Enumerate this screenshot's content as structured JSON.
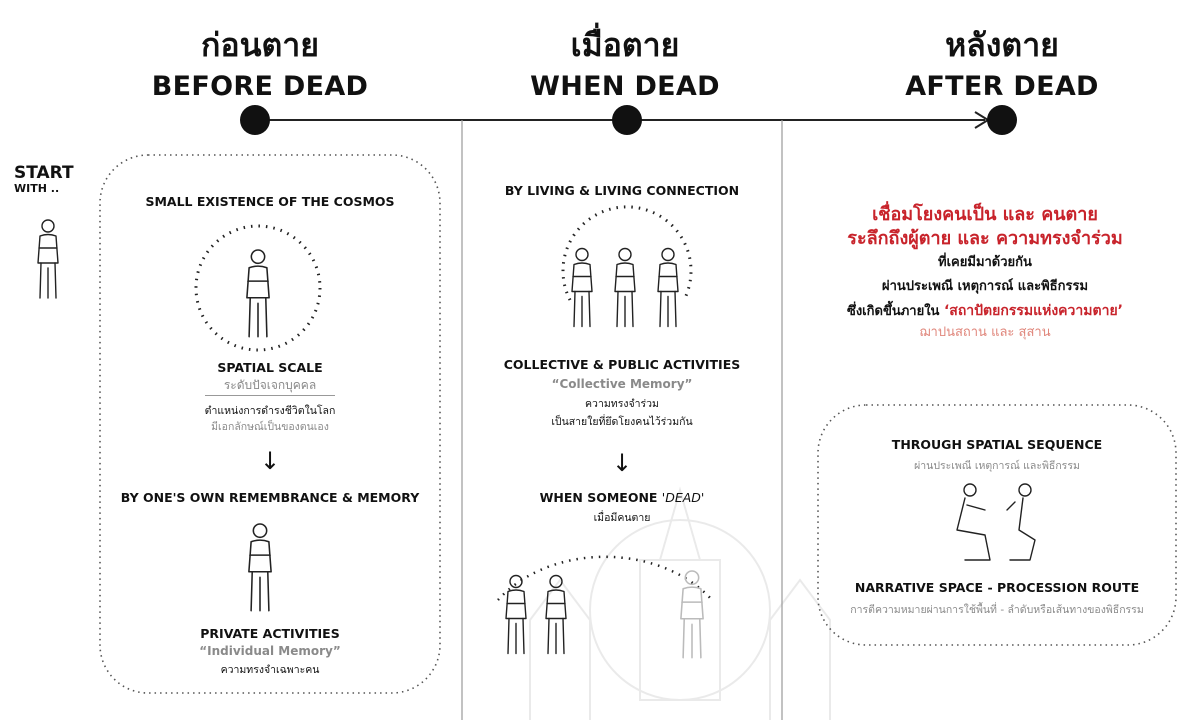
{
  "columns": [
    {
      "thai": "ก่อนตาย",
      "english": "BEFORE DEAD"
    },
    {
      "thai": "เมื่อตาย",
      "english": "WHEN DEAD"
    },
    {
      "thai": "หลังตาย",
      "english": "AFTER DEAD"
    }
  ],
  "start": {
    "line1": "START",
    "line2": "WITH .."
  },
  "before": {
    "heading": "SMALL EXISTENCE OF THE COSMOS",
    "scale_title": "SPATIAL SCALE",
    "scale_sub": "ระดับปัจเจกบุคคล",
    "desc_line1": "ตำแหน่งการดำรงชีวิตในโลก",
    "desc_line2": "มีเอกลักษณ์เป็นของตนเอง",
    "arrow": "↓",
    "memory_heading": "BY ONE'S OWN REMEMBRANCE & MEMORY",
    "activities": "PRIVATE ACTIVITIES",
    "quote": "“Individual Memory”",
    "quote_thai": "ความทรงจำเฉพาะคน"
  },
  "when": {
    "heading": "BY LIVING & LIVING CONNECTION",
    "activities": "COLLECTIVE & PUBLIC ACTIVITIES",
    "quote": "“Collective Memory”",
    "thai1": "ความทรงจำร่วม",
    "thai2": "เป็นสายใยที่ยึดโยงคนไว้ร่วมกัน",
    "arrow": "↓",
    "someone_prefix": "WHEN SOMEONE ",
    "someone_dead": "'DEAD'",
    "someone_thai": "เมื่อมีคนตาย"
  },
  "after": {
    "red1": "เชื่อมโยงคนเป็น และ คนตาย",
    "red2": "ระลึกถึงผู้ตาย และ ความทรงจำร่วม",
    "line3": "ที่เคยมีมาด้วยกัน",
    "line4": "ผ่านประเพณี เหตุการณ์ และพิธีกรรม",
    "line5_prefix": "ซึ่งเกิดขึ้นภายใน ",
    "line5_red": "‘สถาปัตยกรรมแห่งความตาย’",
    "line6": "ฌาปนสถาน และ สุสาน",
    "sequence_heading": "THROUGH SPATIAL SEQUENCE",
    "sequence_thai": "ผ่านประเพณี เหตุการณ์ และพิธีกรรม",
    "narrative_heading": "NARRATIVE SPACE - PROCESSION ROUTE",
    "narrative_thai": "การตีความหมายผ่านการใช้พื้นที่ - ลำดับหรือเส้นทางของพิธีกรรม"
  },
  "colors": {
    "accent_red": "#c8232b",
    "pink": "#e0867b",
    "gray_text": "#8a8a8a",
    "line": "#222222"
  }
}
